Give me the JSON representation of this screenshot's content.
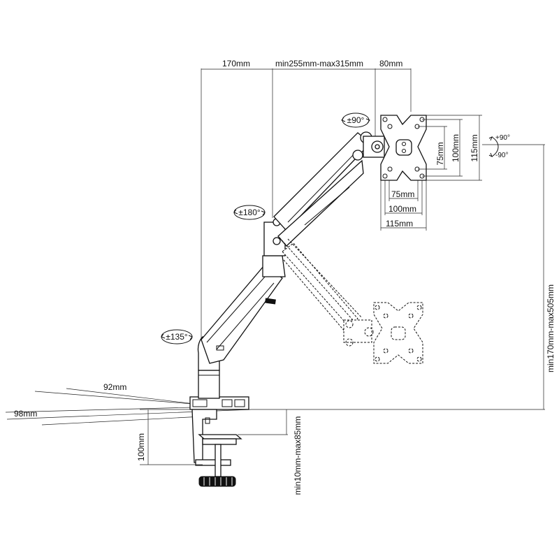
{
  "dimensions": {
    "reach_base": "170mm",
    "reach_arm": "min255mm-max315mm",
    "reach_head": "80mm",
    "height_range": "min170mm-max505mm",
    "clamp_thickness": "min10mm-max85mm",
    "clamp_depth": "100mm",
    "base_width": "92mm",
    "base_length": "98mm"
  },
  "rotations": {
    "swivel_head": "±90°",
    "swivel_elbow": "±180°",
    "swivel_base": "±135°",
    "tilt_up": "+90°",
    "tilt_down": "-90°"
  },
  "vesa": {
    "w75": "75mm",
    "w100": "100mm",
    "w115": "115mm",
    "h75": "75mm",
    "h100": "100mm",
    "h115": "115mm"
  }
}
